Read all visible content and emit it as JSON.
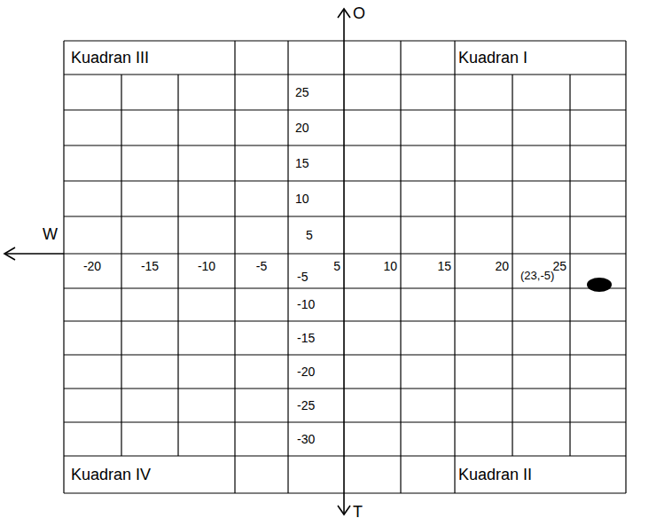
{
  "diagram": {
    "labels": [
      "O",
      "Kuadran III",
      "Kuadran I",
      "25",
      "20",
      "15",
      "10",
      "W",
      "5",
      "-20",
      "-15",
      "-10",
      "-5",
      "-5",
      "5",
      "10",
      "15",
      "20",
      "25",
      "(23,-5)",
      "-10",
      "-15",
      "-20",
      "-25",
      "-30",
      "Kuadran IV",
      "Kuadran II",
      "T"
    ]
  }
}
